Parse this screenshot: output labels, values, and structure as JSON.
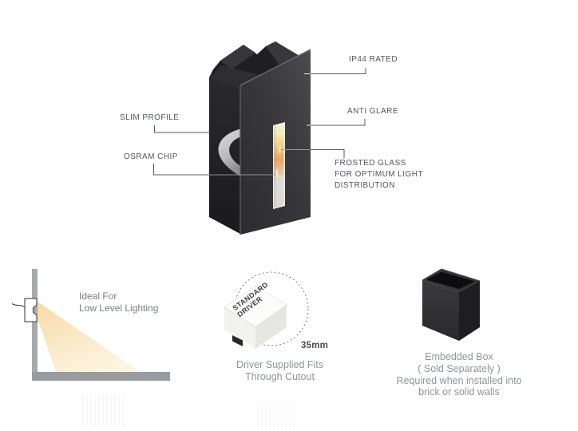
{
  "callouts": {
    "ip44": "IP44 RATED",
    "anti_glare": "ANTI GLARE",
    "slim_profile": "SLIM PROFILE",
    "osram_chip": "OSRAM CHIP",
    "frosted_glass": "FROSTED GLASS\nFOR OPTIMUM LIGHT\nDISTRIBUTION"
  },
  "low_level_diagram": {
    "caption": "Ideal For\nLow Level Lighting"
  },
  "driver": {
    "box_label": "STANDARD\nDRIVER",
    "dimension": "35mm",
    "caption": "Driver Supplied Fits\nThrough Cutout"
  },
  "embedded_box": {
    "caption": "Embedded Box\n( Sold Separately )\nRequired when installed into\nbrick or solid walls"
  },
  "colors": {
    "label_text": "#55565a",
    "caption_text": "#929497",
    "product_body": "#232326",
    "warm_glow": "#eca45e",
    "beam": "#f8e2b4",
    "metal_clip": "#b9b9bd"
  }
}
